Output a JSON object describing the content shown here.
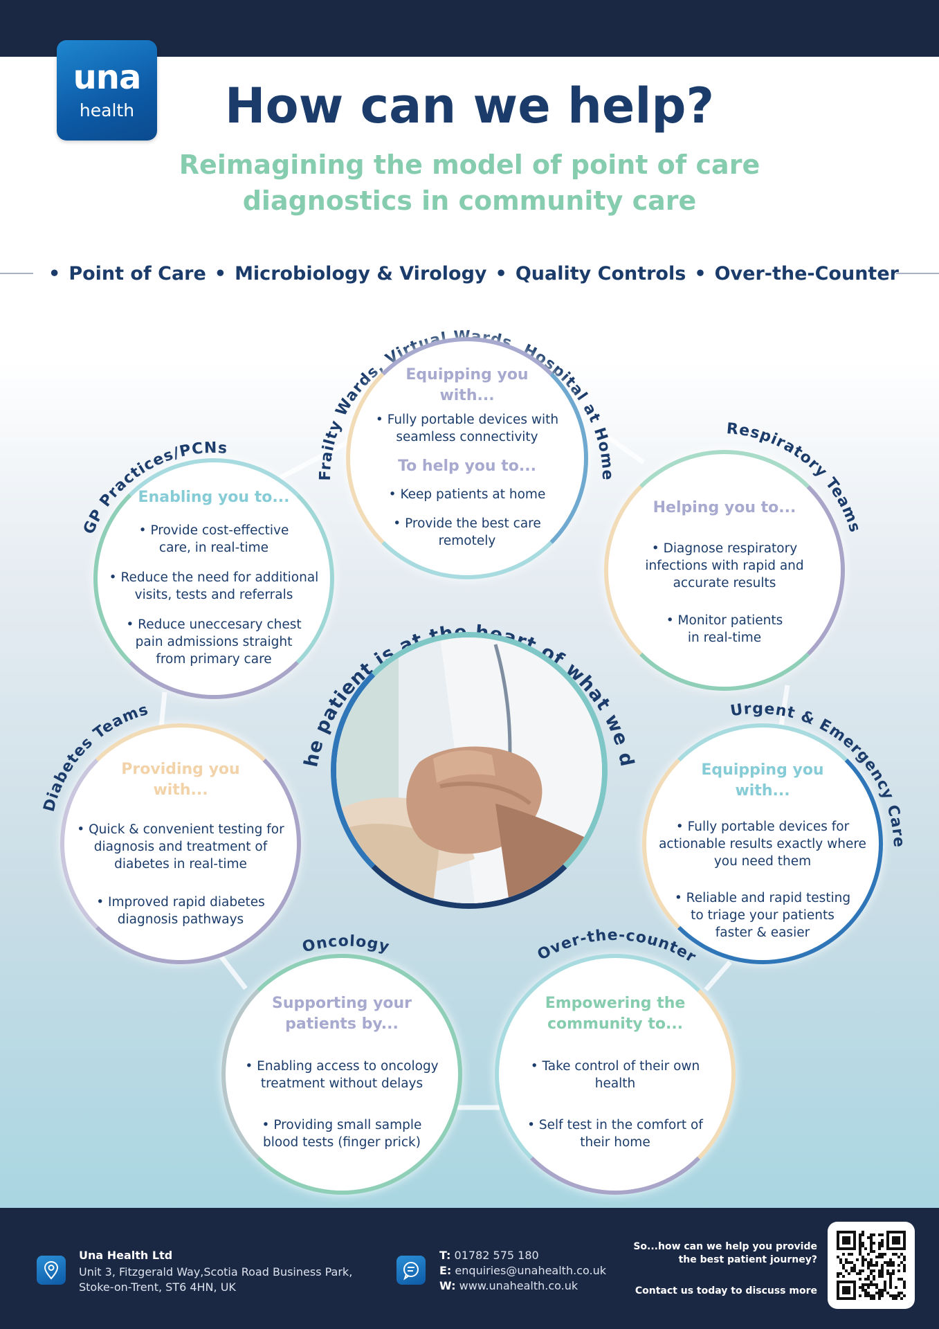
{
  "brand": {
    "logo_top": "una",
    "logo_bottom": "health"
  },
  "header": {
    "title": "How can we help?",
    "subtitle_line1": "Reimagining the model of point of care",
    "subtitle_line2": "diagnostics in community care"
  },
  "categories": [
    "Point of Care",
    "Microbiology & Virology",
    "Quality Controls",
    "Over-the-Counter"
  ],
  "colors": {
    "navy": "#1b3c6b",
    "mint": "#86ccae",
    "lavender": "#a9a5c9",
    "sky": "#7ec7d6",
    "peach": "#f2d2a8",
    "dark": "#1b2844"
  },
  "center": {
    "arc_label": "The patient is at the heart of what we do"
  },
  "circles": {
    "top": {
      "arc_label": "Frailty Wards, Virtual Wards, Hospital at Home",
      "title1_a": "Equipping you",
      "title1_b": "with...",
      "b1_a": "Fully portable devices with",
      "b1_b": "seamless connectivity",
      "title2": "To help you to...",
      "b2": "Keep patients at home",
      "b3_a": "Provide the best care",
      "b3_b": "remotely"
    },
    "gp": {
      "arc_label": "GP Practices/PCNs",
      "title": "Enabling you to...",
      "b1_a": "Provide cost-effective",
      "b1_b": "care, in real-time",
      "b2_a": "Reduce the need for additional",
      "b2_b": "visits, tests and referrals",
      "b3_a": "Reduce uneccesary chest",
      "b3_b": "pain admissions straight",
      "b3_c": "from primary care"
    },
    "resp": {
      "arc_label": "Respiratory Teams",
      "title": "Helping you to...",
      "b1_a": "Diagnose respiratory",
      "b1_b": "infections with rapid and",
      "b1_c": "accurate results",
      "b2_a": "Monitor patients",
      "b2_b": "in real-time"
    },
    "diab": {
      "arc_label": "Diabetes Teams",
      "title_a": "Providing you",
      "title_b": "with...",
      "b1_a": "Quick & convenient testing for",
      "b1_b": "diagnosis and treatment of",
      "b1_c": "diabetes in real-time",
      "b2_a": "Improved rapid diabetes",
      "b2_b": "diagnosis pathways"
    },
    "urg": {
      "arc_label": "Urgent & Emergency Care",
      "title_a": "Equipping you",
      "title_b": "with...",
      "b1_a": "Fully portable devices for",
      "b1_b": "actionable results exactly where",
      "b1_c": "you need them",
      "b2_a": "Reliable and rapid testing",
      "b2_b": "to triage your patients",
      "b2_c": "faster & easier"
    },
    "onc": {
      "arc_label": "Oncology",
      "title_a": "Supporting your",
      "title_b": "patients by...",
      "b1_a": "Enabling access to oncology",
      "b1_b": "treatment without delays",
      "b2_a": "Providing small sample",
      "b2_b": "blood tests (finger prick)"
    },
    "otc": {
      "arc_label": "Over-the-counter",
      "title_a": "Empowering the",
      "title_b": "community to...",
      "b1_a": "Take control of their own",
      "b1_b": "health",
      "b2_a": "Self test in the comfort of",
      "b2_b": "their home"
    }
  },
  "footer": {
    "company": "Una Health Ltd",
    "address_line1": "Unit 3, Fitzgerald Way,Scotia Road Business Park,",
    "address_line2": "Stoke-on-Trent, ST6 4HN, UK",
    "t_label": "T:",
    "phone": "01782 575 180",
    "e_label": "E:",
    "email": "enquiries@unahealth.co.uk",
    "w_label": "W:",
    "website": "www.unahealth.co.uk",
    "cta_line1": "So...how can we help you provide",
    "cta_line2": "the best patient journey?",
    "cta_line3": "Contact us today to discuss more"
  }
}
